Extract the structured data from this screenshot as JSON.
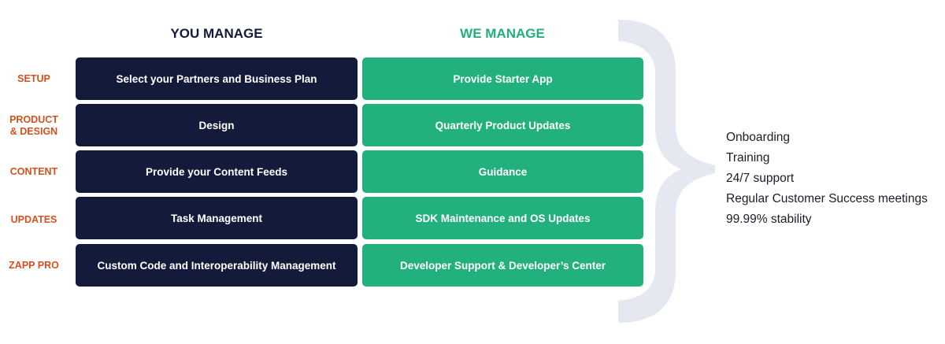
{
  "headers": {
    "you_manage": "YOU MANAGE",
    "we_manage": "WE MANAGE"
  },
  "rows": [
    {
      "label": "SETUP",
      "you": "Select your Partners and Business Plan",
      "we": "Provide Starter App"
    },
    {
      "label": "PRODUCT\n& DESIGN",
      "you": "Design",
      "we": "Quarterly Product Updates"
    },
    {
      "label": "CONTENT",
      "you": "Provide your Content Feeds",
      "we": "Guidance"
    },
    {
      "label": "UPDATES",
      "you": "Task Management",
      "we": "SDK Maintenance and OS Updates"
    },
    {
      "label": "ZAPP PRO",
      "you": "Custom Code and Interoperability Management",
      "we": "Developer Support & Developer’s Center"
    }
  ],
  "benefits": [
    "Onboarding",
    "Training",
    "24/7 support",
    "Regular Customer Success meetings",
    "99.99% stability"
  ],
  "colors": {
    "you_manage": "#141b3a",
    "we_manage": "#22b07d",
    "row_label": "#d2521f",
    "brace": "#e5e8f0"
  },
  "icons": {
    "brace": "right-curly-brace"
  }
}
